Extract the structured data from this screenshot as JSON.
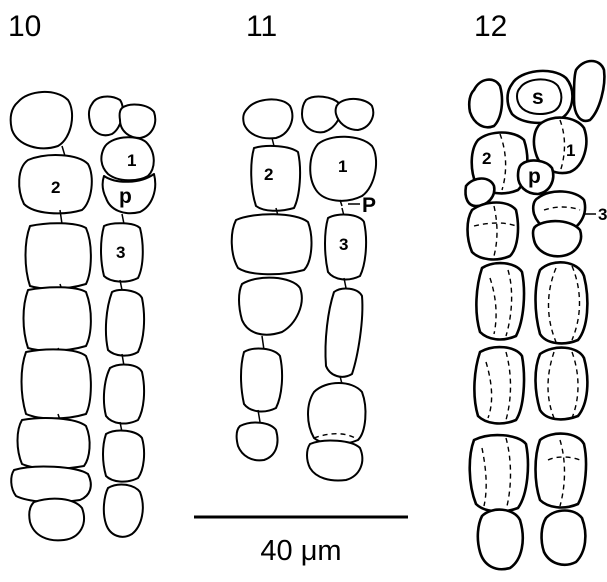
{
  "panels": [
    {
      "number": "10",
      "labels": {
        "cell_1": "1",
        "cell_2": "2",
        "cell_3": "3",
        "pore": "p"
      }
    },
    {
      "number": "11",
      "labels": {
        "cell_1": "1",
        "cell_2": "2",
        "cell_3": "3",
        "pore": "P"
      }
    },
    {
      "number": "12",
      "labels": {
        "cell_1": "1",
        "cell_2": "2",
        "cell_3": "3",
        "pore": "p",
        "spore": "s"
      }
    }
  ],
  "scale_bar": {
    "label": "40 μm"
  }
}
